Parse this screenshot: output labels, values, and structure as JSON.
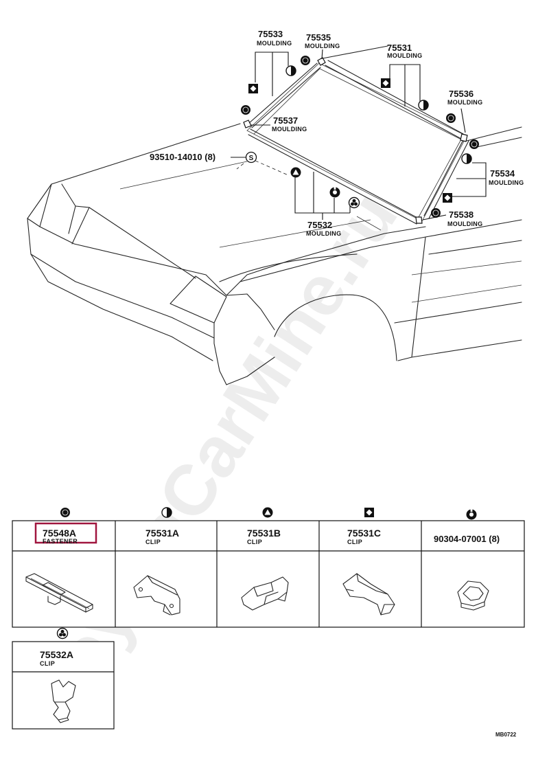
{
  "watermark": "ToyotaCarMine.ru",
  "callouts": [
    {
      "id": "c1",
      "part_no": "75533",
      "desc": "MOULDING"
    },
    {
      "id": "c2",
      "part_no": "75535",
      "desc": "MOULDING"
    },
    {
      "id": "c3",
      "part_no": "75531",
      "desc": "MOULDING"
    },
    {
      "id": "c4",
      "part_no": "75536",
      "desc": "MOULDING"
    },
    {
      "id": "c5",
      "part_no": "75537",
      "desc": "MOULDING"
    },
    {
      "id": "c6",
      "part_no": "93510-14010 (8)"
    },
    {
      "id": "c7",
      "part_no": "75534",
      "desc": "MOULDING"
    },
    {
      "id": "c8",
      "part_no": "75532",
      "desc": "MOULDING"
    },
    {
      "id": "c9",
      "part_no": "75538",
      "desc": "MOULDING"
    }
  ],
  "symbols": {
    "circle": "solid-circle-symbol",
    "half": "half-circle-symbol",
    "triangle": "triangle-in-circle-symbol",
    "diamond": "diamond-in-square-symbol",
    "ring": "ring-symbol",
    "trefoil": "trefoil-symbol"
  },
  "screw_marker": "S",
  "parts_table": [
    {
      "symbol": "solid-circle-symbol",
      "part_no": "75548A",
      "desc": "FASTENER",
      "highlighted": true
    },
    {
      "symbol": "half-circle-symbol",
      "part_no": "75531A",
      "desc": "CLIP"
    },
    {
      "symbol": "triangle-in-circle-symbol",
      "part_no": "75531B",
      "desc": "CLIP"
    },
    {
      "symbol": "diamond-in-square-symbol",
      "part_no": "75531C",
      "desc": "CLIP"
    },
    {
      "symbol": "ring-symbol",
      "part_no": "90304-07001 (8)",
      "desc": ""
    },
    {
      "symbol": "trefoil-symbol",
      "part_no": "75532A",
      "desc": "CLIP"
    }
  ],
  "diagram_code": "MB0722",
  "colors": {
    "highlight": "#a0153e",
    "ink": "#111111"
  }
}
